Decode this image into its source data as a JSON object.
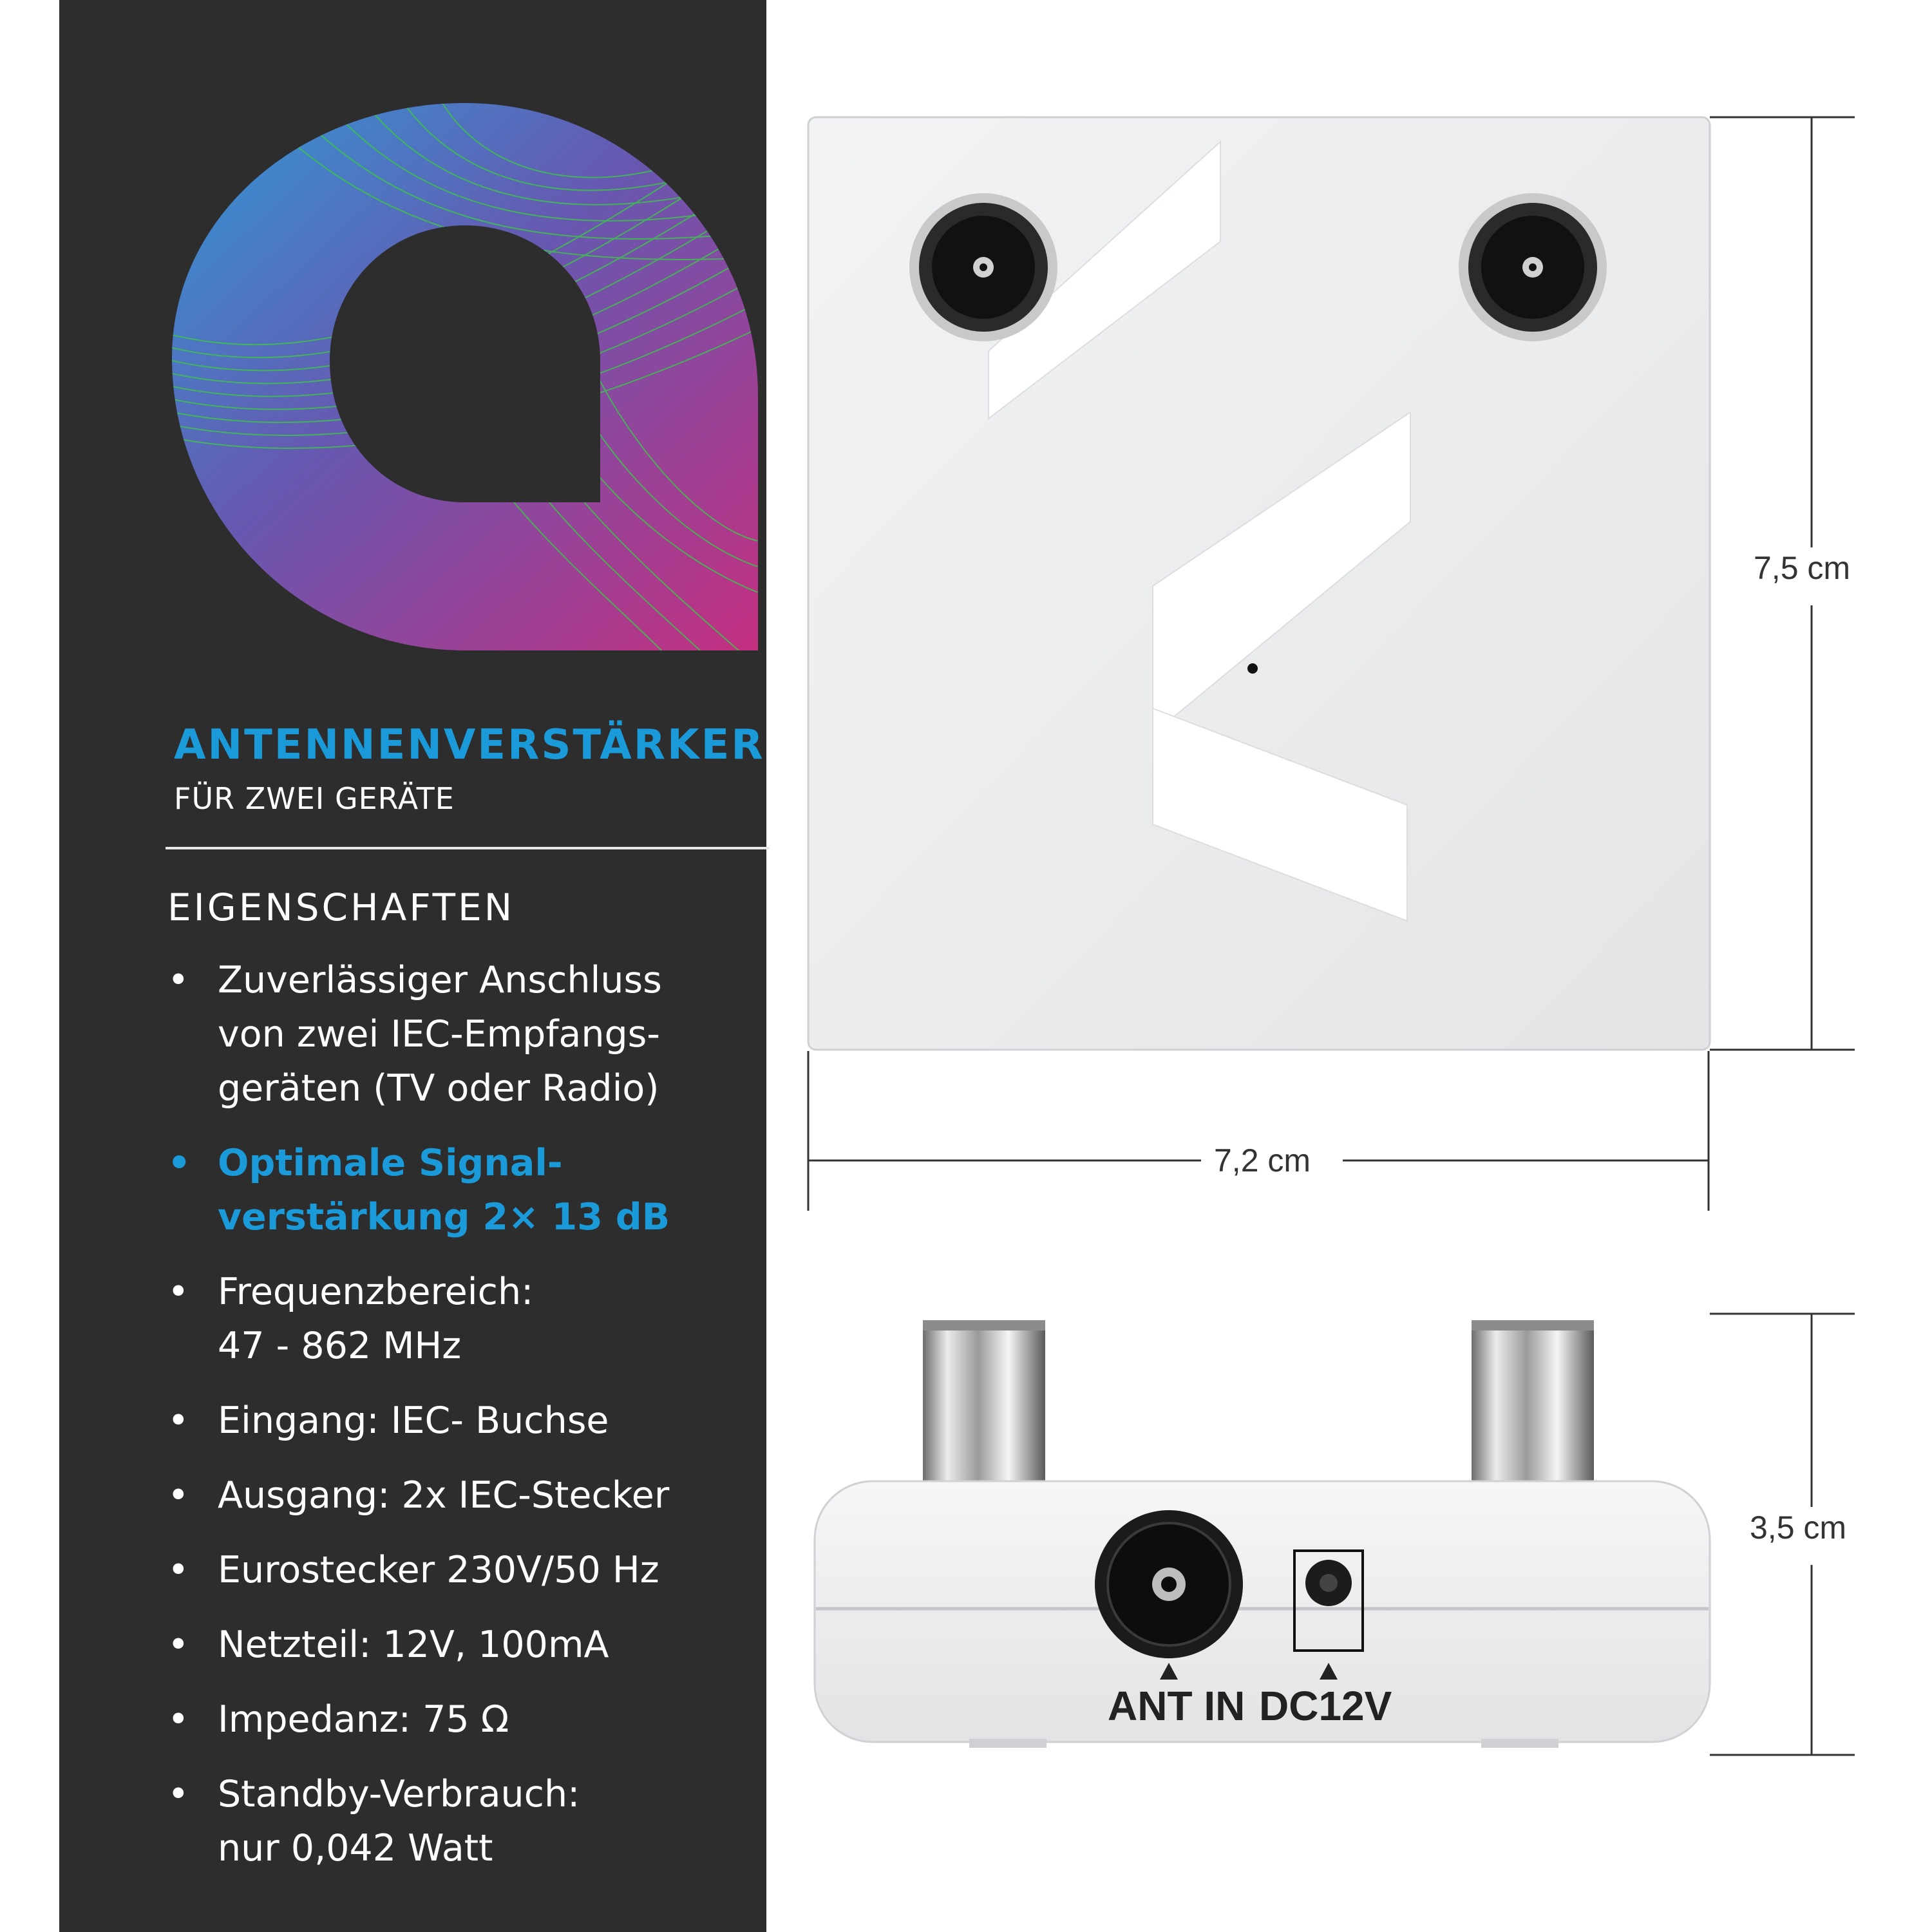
{
  "product": {
    "title": "ANTENNENVERSTÄRKER",
    "subtitle": "FÜR ZWEI GERÄTE"
  },
  "section_heading": "EIGENSCHAFTEN",
  "features": [
    {
      "lines": [
        "Zuverlässiger Anschluss",
        "von zwei IEC-Empfangs-",
        "geräten (TV oder Radio)"
      ],
      "highlight": false
    },
    {
      "lines": [
        "Optimale Signal-",
        "verstärkung  2× 13 dB"
      ],
      "highlight": true
    },
    {
      "lines": [
        "Frequenzbereich:",
        "47 - 862 MHz"
      ],
      "highlight": false
    },
    {
      "lines": [
        "Eingang: IEC- Buchse"
      ],
      "highlight": false
    },
    {
      "lines": [
        "Ausgang: 2x IEC-Stecker"
      ],
      "highlight": false
    },
    {
      "lines": [
        "Eurostecker 230V/50 Hz"
      ],
      "highlight": false
    },
    {
      "lines": [
        "Netzteil: 12V, 100mA"
      ],
      "highlight": false
    },
    {
      "lines": [
        "Impedanz: 75 Ω"
      ],
      "highlight": false
    },
    {
      "lines": [
        "Standby-Verbrauch:",
        "nur 0,042 Watt"
      ],
      "highlight": false
    }
  ],
  "dimensions": {
    "height": "7,5 cm",
    "width": "7,2 cm",
    "depth": "3,5 cm"
  },
  "ports": {
    "antenna": "ANT IN",
    "power": "DC12V"
  },
  "colors": {
    "panel": "#2d2d2d",
    "accent": "#1a9ad8",
    "gradient": [
      "#3a8fd0",
      "#8a4aa0",
      "#c0307f"
    ],
    "lines": "#3ec24c"
  },
  "icons": [
    "brand-logo-icon",
    "bullet-icon"
  ]
}
